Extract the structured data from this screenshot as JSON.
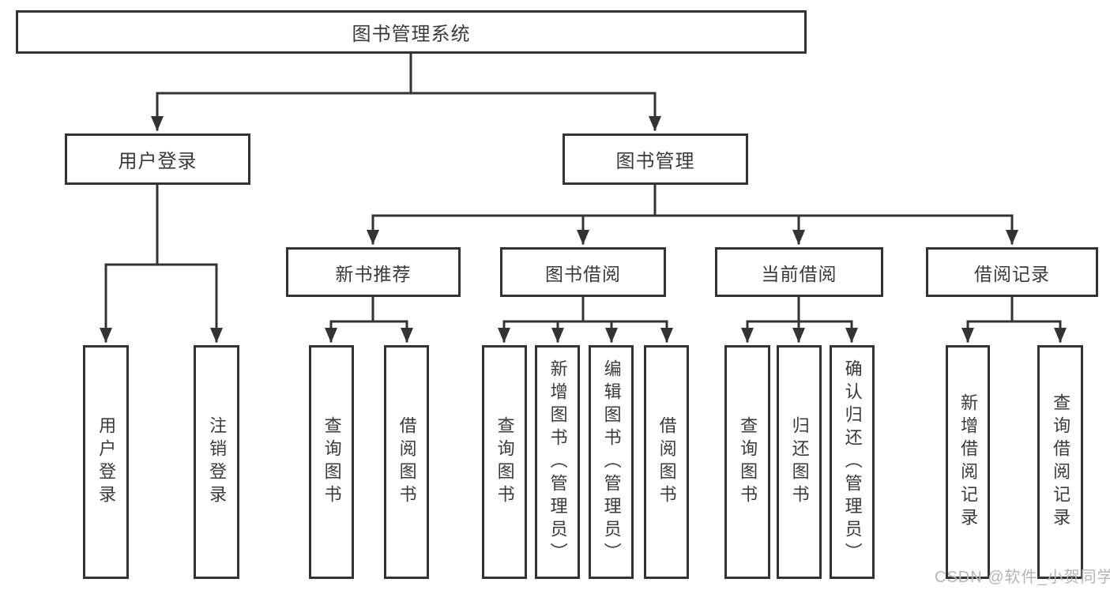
{
  "diagram": {
    "tree": {
      "label": "图书管理系统",
      "children": [
        {
          "label": "用户登录",
          "children": [
            {
              "label": "用户登录"
            },
            {
              "label": "注销登录"
            }
          ]
        },
        {
          "label": "图书管理",
          "children": [
            {
              "label": "新书推荐",
              "children": [
                {
                  "label": "查询图书"
                },
                {
                  "label": "借阅图书"
                }
              ]
            },
            {
              "label": "图书借阅",
              "children": [
                {
                  "label": "查询图书"
                },
                {
                  "label": "新增图书（管理员）"
                },
                {
                  "label": "编辑图书（管理员）"
                },
                {
                  "label": "借阅图书"
                }
              ]
            },
            {
              "label": "当前借阅",
              "children": [
                {
                  "label": "查询图书"
                },
                {
                  "label": "归还图书"
                },
                {
                  "label": "确认归还（管理员）"
                }
              ]
            },
            {
              "label": "借阅记录",
              "children": [
                {
                  "label": "新增借阅记录"
                },
                {
                  "label": "查询借阅记录"
                }
              ]
            }
          ]
        }
      ]
    },
    "colors": {
      "line": "#333333",
      "text": "#3a3a3a",
      "background": "#ffffff",
      "watermark": "#b5b5b5"
    }
  },
  "watermark": {
    "text": "CSDN @软件_小贺同学"
  }
}
